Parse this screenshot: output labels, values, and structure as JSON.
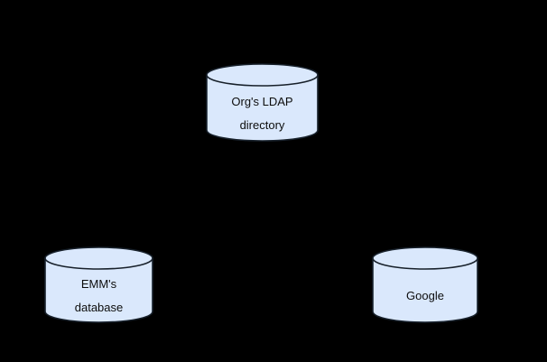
{
  "diagram": {
    "background_color": "#000000",
    "shape_fill_color": "#dae8fc",
    "shape_stroke_color": "#17202a",
    "text_color": "#0d0d0d",
    "nodes": [
      {
        "id": "ldap",
        "shape": "cylinder",
        "icon": "database-cylinder-icon",
        "lines": [
          "Org's LDAP",
          "directory"
        ],
        "full_label": "Org's LDAP directory"
      },
      {
        "id": "emm",
        "shape": "cylinder",
        "icon": "database-cylinder-icon",
        "lines": [
          "EMM's",
          "database"
        ],
        "full_label": "EMM's database"
      },
      {
        "id": "google",
        "shape": "cylinder",
        "icon": "database-cylinder-icon",
        "lines": [
          "Google"
        ],
        "full_label": "Google"
      }
    ]
  }
}
